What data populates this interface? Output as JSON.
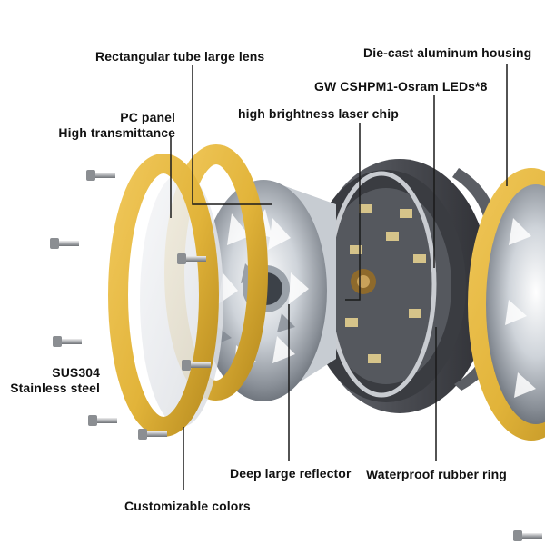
{
  "figure": {
    "labels": {
      "lens": "Rectangular tube large lens",
      "housing": "Die-cast aluminum housing",
      "leds": "GW CSHPM1-Osram LEDs*8",
      "laser": "high brightness laser chip",
      "pc_panel_line1": "PC panel",
      "pc_panel_line2": "High transmittance",
      "screws_line1": "SUS304",
      "screws_line2": "Stainless steel",
      "reflector": "Deep large reflector",
      "rubber_ring": "Waterproof rubber ring",
      "colors": "Customizable colors"
    },
    "colors": {
      "bezel": "#e2b43a",
      "housing": "#4a4c52",
      "chrome": "#d9dde2",
      "leader": "#1a1a1a"
    }
  }
}
